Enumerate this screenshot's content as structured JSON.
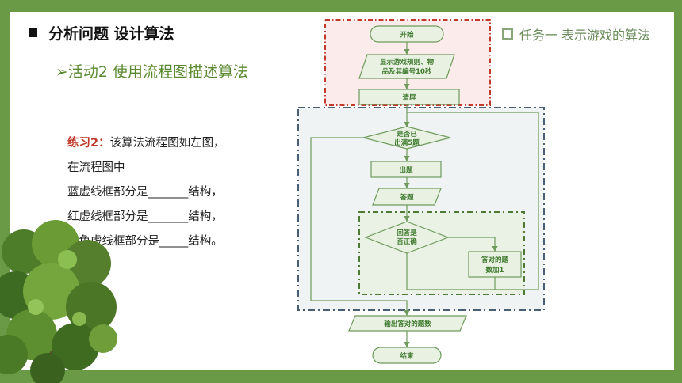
{
  "heading": "分析问题 设计算法",
  "subheading": "➢活动2 使用流程图描述算法",
  "task_title": "任务一 表示游戏的算法",
  "exercise": {
    "label": "练习2：",
    "line1": "该算法流程图如左图，",
    "line2": "在流程图中",
    "line3": "蓝虚线框部分是_______结构，",
    "line4": "红虚线框部分是_______结构，",
    "line5": "橙色虚线框部分是_____结构。"
  },
  "flowchart": {
    "start": "开始",
    "show_rules_1": "显示游戏规则、物",
    "show_rules_2": "品及其编号10秒",
    "clear": "清屏",
    "full5_1": "是否已",
    "full5_2": "出满5题",
    "ask": "出题",
    "answer": "答题",
    "correct_1": "回答是",
    "correct_2": "否正确",
    "add1_1": "答对的题",
    "add1_2": "数加1",
    "output": "输出答对的题数",
    "end": "结束"
  },
  "colors": {
    "frame_green": "#6a9a45",
    "red_box": "#c0392b",
    "blue_box": "#4a5f73",
    "inner_box": "#4f7a35",
    "node_fill": "#e9f1e3",
    "node_stroke": "#6e9a5c"
  }
}
